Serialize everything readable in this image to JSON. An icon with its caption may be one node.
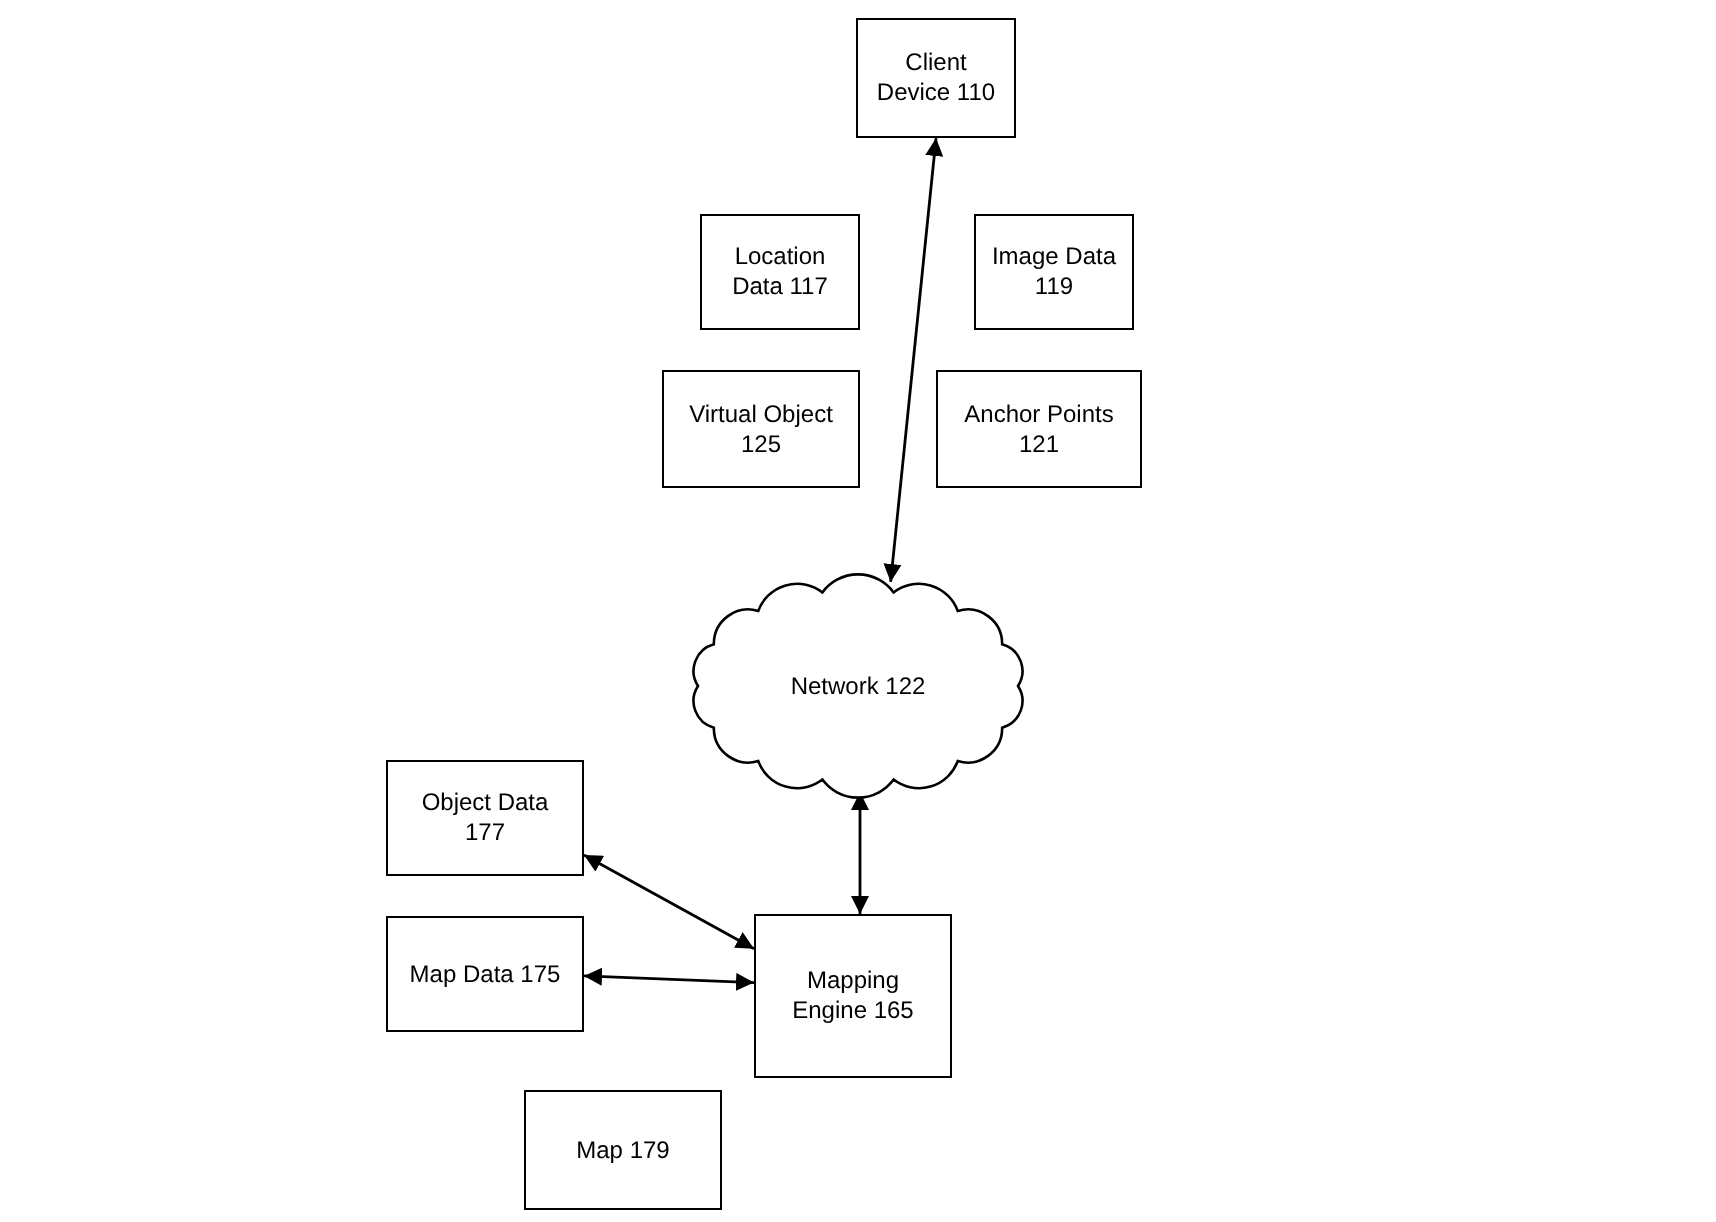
{
  "diagram": {
    "nodes": [
      {
        "text": [
          "Client Device 110"
        ]
      },
      {
        "text": [
          "Location Data 117"
        ]
      },
      {
        "text": [
          "Image Data 119"
        ]
      },
      {
        "text": [
          "Virtual Object 125"
        ]
      },
      {
        "text": [
          "Anchor Points 121"
        ]
      },
      {
        "text": [
          "Network 122"
        ]
      },
      {
        "text": [
          "Object Data 177"
        ]
      },
      {
        "text": [
          "Map Data 175"
        ]
      },
      {
        "text": [
          "Mapping Engine 165"
        ]
      },
      {
        "text": [
          "Map 179"
        ]
      }
    ],
    "edges": [
      {
        "from": 0,
        "to": 5,
        "arrow": "both"
      },
      {
        "from": 5,
        "to": 8,
        "arrow": "both"
      },
      {
        "from": 6,
        "to": 8,
        "arrow": "both"
      },
      {
        "from": 7,
        "to": 8,
        "arrow": "both"
      }
    ]
  }
}
